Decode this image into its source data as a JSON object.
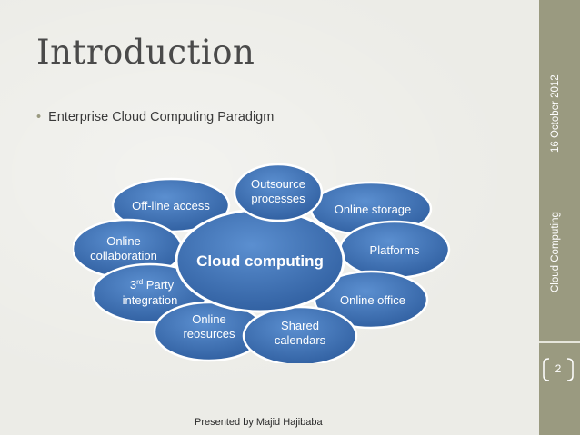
{
  "slide": {
    "title": "Introduction",
    "bullet": "Enterprise Cloud Computing Paradigm",
    "date": "16 October 2012",
    "topic": "Cloud Computing",
    "page_number": "2",
    "footer": "Presented by Majid Hajibaba"
  },
  "diagram": {
    "center": "Cloud computing",
    "satellites": {
      "offline": "Off-line access",
      "outsource_1": "Outsource",
      "outsource_2": "processes",
      "storage": "Online storage",
      "collab_1": "Online",
      "collab_2": "collaboration",
      "platforms": "Platforms",
      "third_1_pre": "3",
      "third_1_sup": "rd",
      "third_1_post": " Party",
      "third_2": "integration",
      "office": "Online office",
      "resources_1": "Online",
      "resources_2": "reosurces",
      "calendars_1": "Shared",
      "calendars_2": "calendars"
    }
  },
  "colors": {
    "ellipse_fill": "#3a6fb5",
    "ellipse_stroke": "#ffffff",
    "sidebar": "#9a9a80",
    "title": "#4a4a4a"
  }
}
